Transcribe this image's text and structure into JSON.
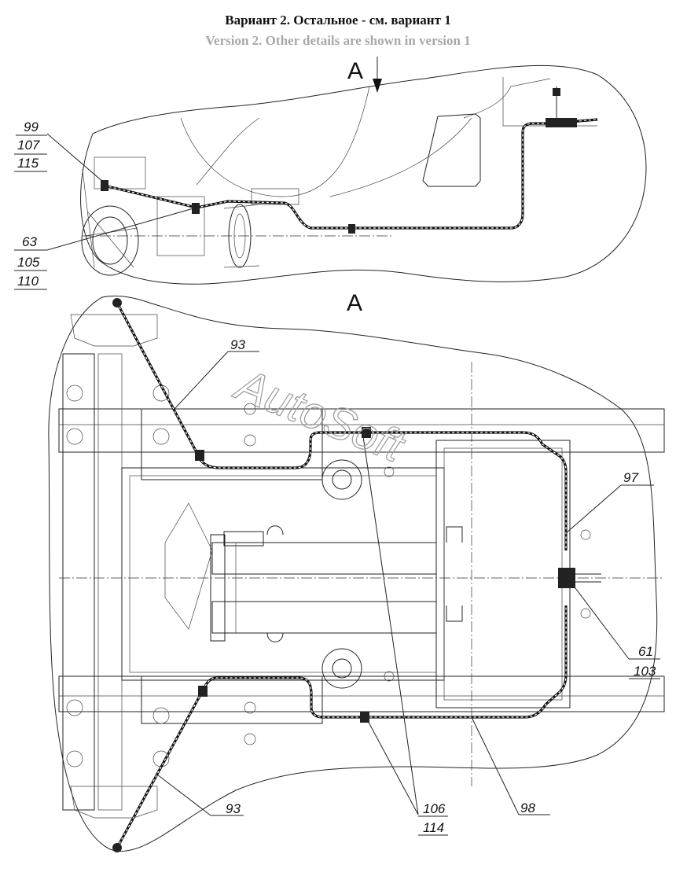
{
  "header": {
    "title_ru": "Вариант 2. Остальное - см. вариант 1",
    "title_en": "Version 2. Other details are shown in version 1"
  },
  "views": {
    "arrow_label": "A",
    "section_label": "A"
  },
  "callouts": {
    "top_a": [
      "99",
      "107",
      "115"
    ],
    "top_b": [
      "63",
      "105",
      "110"
    ],
    "hose_93_top": "93",
    "hose_93_bottom": "93",
    "hose_97": "97",
    "tee": [
      "61",
      "103"
    ],
    "clamps": [
      "106",
      "114"
    ],
    "hose_98": "98"
  },
  "watermark": "AutoSoft"
}
